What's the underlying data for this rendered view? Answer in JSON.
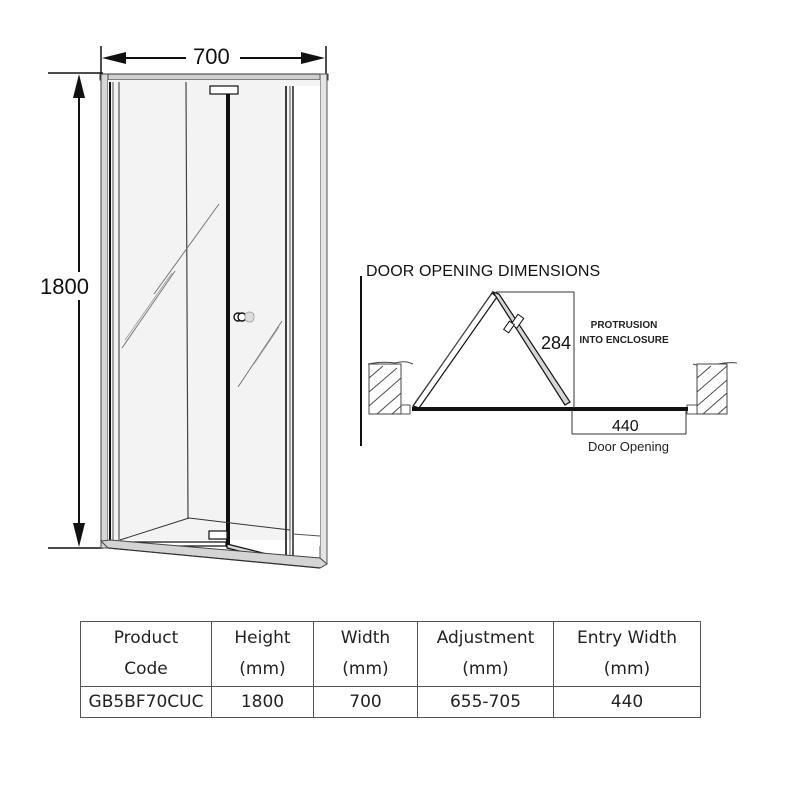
{
  "front_view": {
    "width_dimension": "700",
    "height_dimension": "1800"
  },
  "door_opening": {
    "title": "DOOR OPENING DIMENSIONS",
    "protrusion_value": "284",
    "protrusion_label": "PROTRUSION INTO ENCLOSURE",
    "opening_value": "440",
    "opening_label": "Door Opening"
  },
  "spec_table": {
    "headers": [
      {
        "line1": "Product",
        "line2": "Code"
      },
      {
        "line1": "Height",
        "line2": "(mm)"
      },
      {
        "line1": "Width",
        "line2": "(mm)"
      },
      {
        "line1": "Adjustment",
        "line2": "(mm)"
      },
      {
        "line1": "Entry Width",
        "line2": "(mm)"
      }
    ],
    "rows": [
      [
        "GB5BF70CUC",
        "1800",
        "700",
        "655-705",
        "440"
      ]
    ]
  },
  "colors": {
    "line": "#111111",
    "frame": "#cfcfcf",
    "glass": "#f2f2f2",
    "table_border": "#555555"
  }
}
